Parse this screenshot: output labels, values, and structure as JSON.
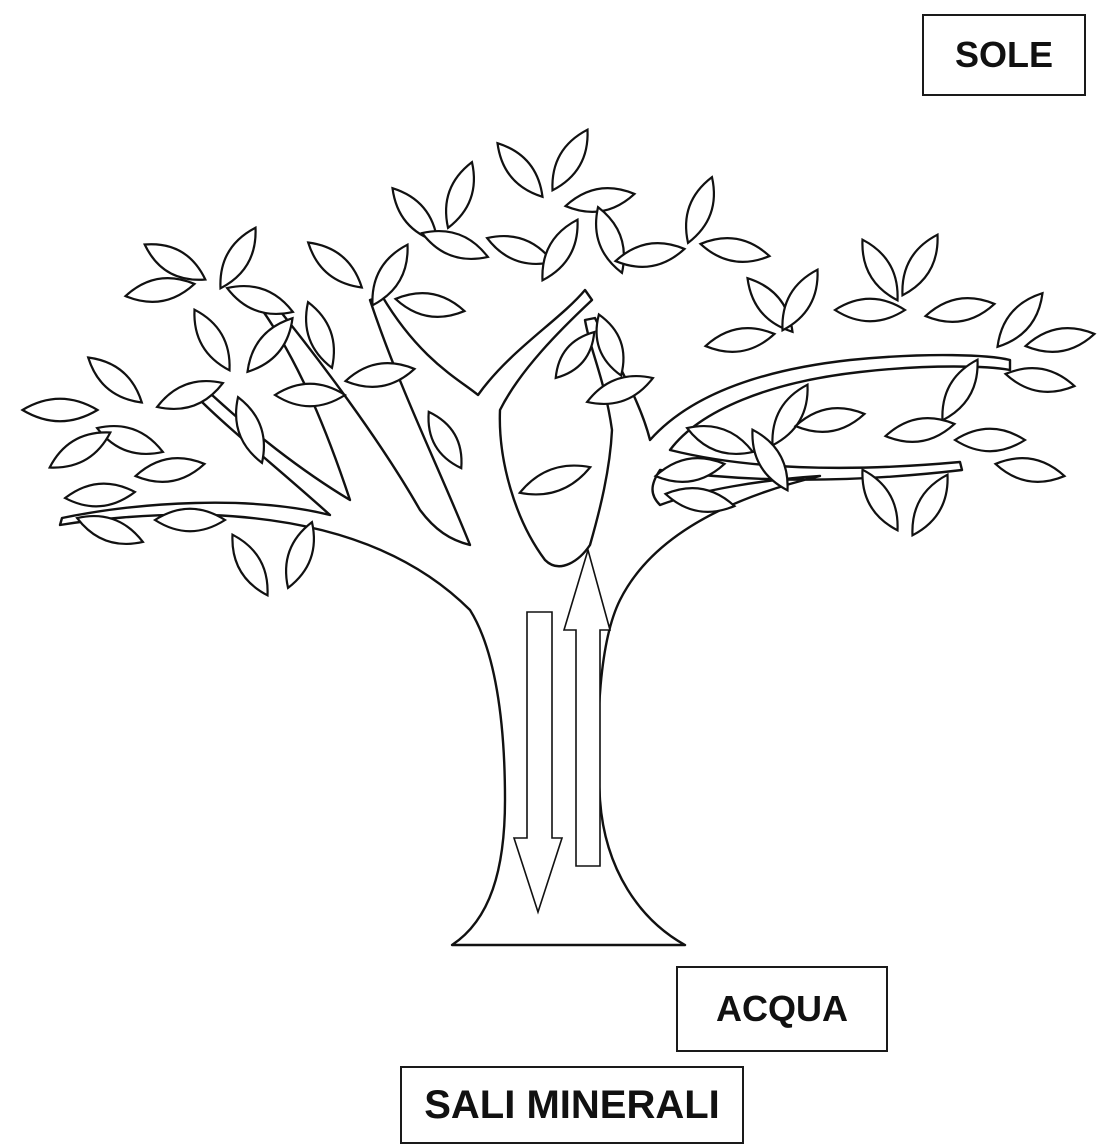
{
  "labels": {
    "sun": "SOLE",
    "water": "ACQUA",
    "minerals": "SALI MINERALI"
  },
  "colors": {
    "stroke": "#111111",
    "fill": "#ffffff"
  },
  "icons": [
    "tree-icon",
    "leaf-icon",
    "arrow-up-icon",
    "arrow-down-icon"
  ]
}
